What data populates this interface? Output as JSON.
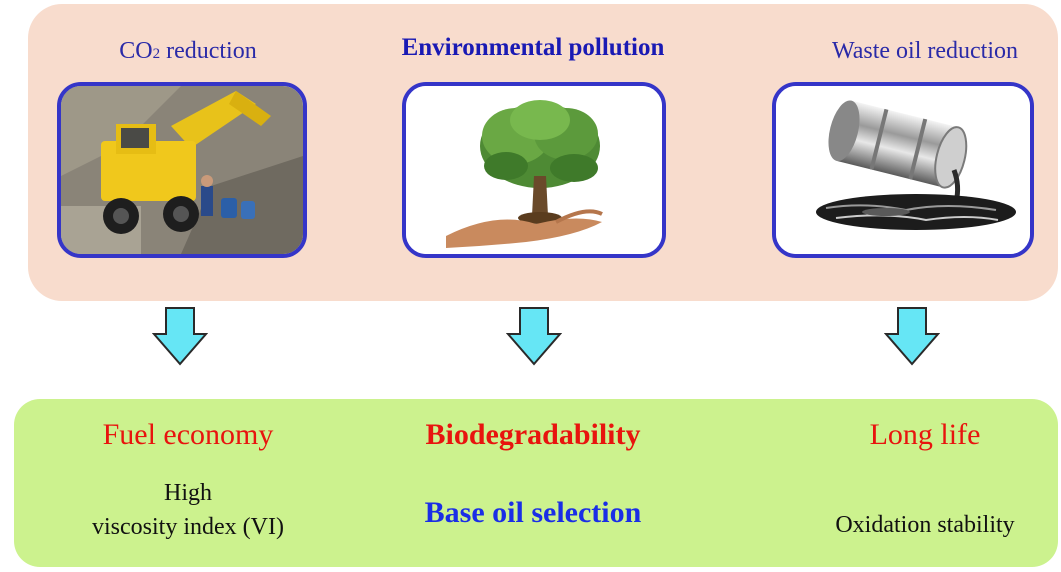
{
  "top_row": {
    "titles": [
      {
        "text_main": "CO",
        "text_sub": "2",
        "text_rest": " reduction"
      },
      {
        "text": "Environmental pollution"
      },
      {
        "text": "Waste oil reduction"
      }
    ],
    "images": [
      "excavator-photo",
      "tree-in-hand-photo",
      "spilling-oil-drum-photo"
    ]
  },
  "bottom_row": {
    "headings": [
      "Fuel economy",
      "Biodegradability",
      "Long life"
    ],
    "subtexts": [
      {
        "line1": "High",
        "line2": "viscosity index (VI)"
      },
      {
        "text": "Base oil selection"
      },
      {
        "text": "Oxidation stability"
      }
    ]
  },
  "colors": {
    "top_panel": "#f8dccd",
    "bottom_panel": "#ccf28e",
    "frame_border": "#3535c8",
    "arrow_fill": "#66e6f5",
    "heading_red": "#e8140e",
    "base_oil_blue": "#1a2ee6"
  },
  "icons": [
    "down-arrow-icon"
  ]
}
